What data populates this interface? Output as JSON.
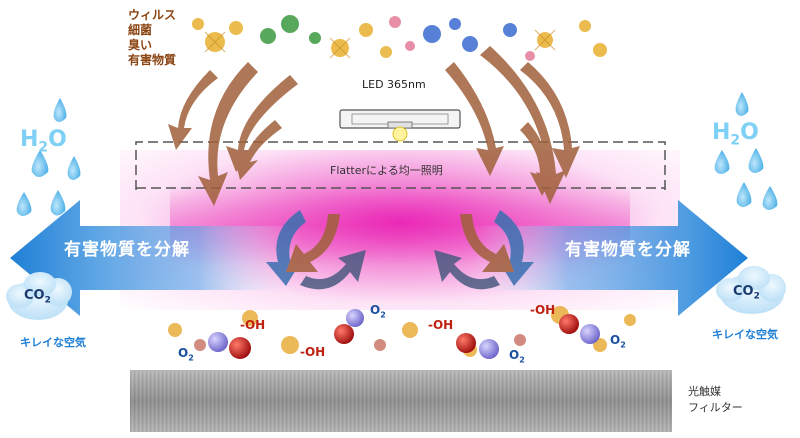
{
  "pollutants": [
    "ウィルス",
    "細菌",
    "臭い",
    "有害物質"
  ],
  "led_label": "LED 365nm",
  "flatter_label": "Flatterによる均一照明",
  "decompose_label": "有害物質を分解",
  "h2o": {
    "main": "H",
    "sub": "2",
    "tail": "O"
  },
  "co2": {
    "main": "CO",
    "sub": "2"
  },
  "clean_air_label": "キレイな空気",
  "oh_label": "-OH",
  "o2": {
    "main": "O",
    "sub": "2"
  },
  "filter_label": [
    "光触媒",
    "フィルター"
  ],
  "colors": {
    "glow_magenta": "#e62ab8",
    "arrow_blue": "#1e7fd6",
    "arrow_brown": "#a0522d",
    "water": "#5ab8ec",
    "cloud": "#c8e6f8",
    "oxygen_red": "#c81010",
    "oxygen_purple": "#8a7fd8"
  },
  "icons": [
    "water-drop-icon",
    "cloud-icon",
    "virus-icon",
    "led-lamp-icon",
    "molecule-icon"
  ]
}
